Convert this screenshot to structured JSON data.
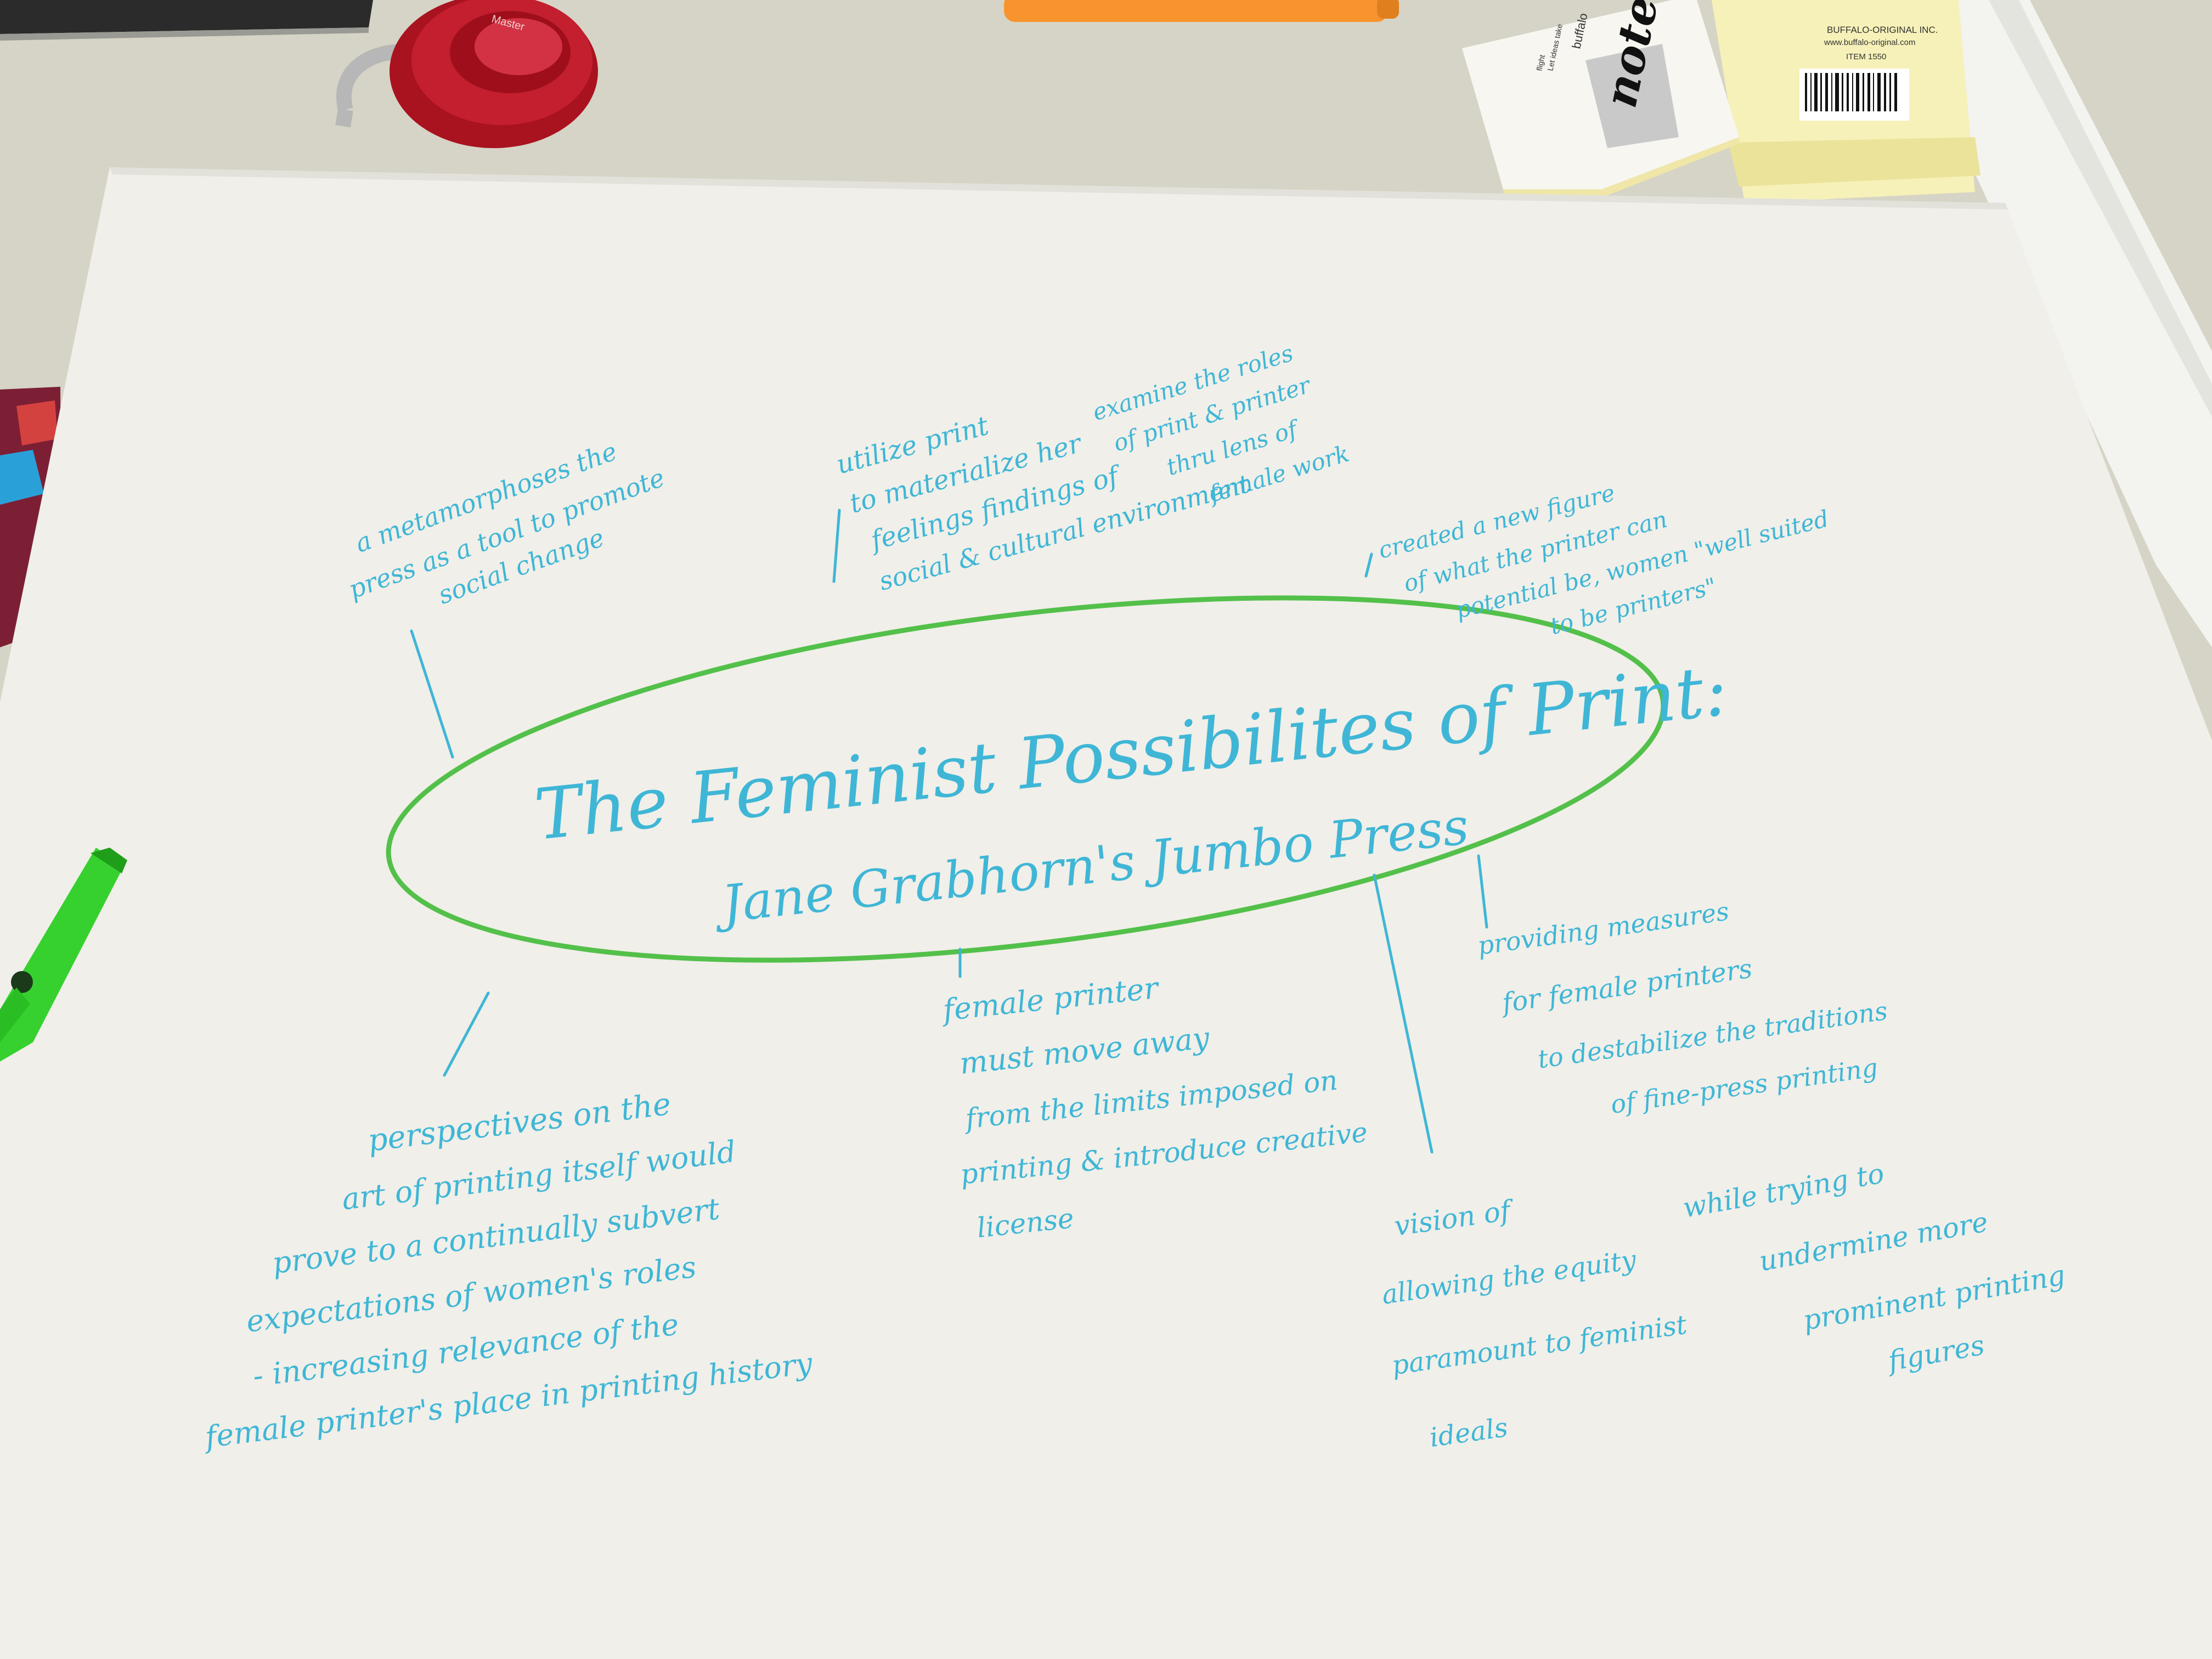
{
  "poster": {
    "title_line1": "The Feminist Possibilites of Print:",
    "title_line2": "Jane Grabhorn's Jumbo Press",
    "notes_top_left": [
      "a metamorphoses the",
      "press as a tool to promote",
      "social change"
    ],
    "notes_top_center": [
      "utilize print",
      "to materialize her",
      "feelings findings of",
      "social & cultural environment"
    ],
    "notes_top_right_a": [
      "examine the roles",
      "of print & printer",
      "thru lens of",
      "female work"
    ],
    "notes_top_right_b": [
      "created a new figure",
      "of what the printer can",
      "potential be, women \"well suited",
      "to be printers\""
    ],
    "notes_bottom_left": [
      "perspectives on the",
      "art of printing itself would",
      "prove to a continually subvert",
      "expectations of women's roles",
      "- increasing relevance of the",
      "female printer's place in printing history"
    ],
    "notes_bottom_center": [
      "female printer",
      "must move away",
      "from the limits imposed on",
      "printing & introduce creative",
      "license"
    ],
    "notes_bottom_right_a": [
      "providing measures",
      "for female printers",
      "to destabilize the traditions",
      "of fine-press printing"
    ],
    "notes_bottom_right_b": [
      "vision of",
      "allowing the equity",
      "paramount to feminist",
      "ideals"
    ],
    "notes_bottom_right_c": [
      "while trying to",
      "undermine more",
      "prominent printing",
      "figures"
    ]
  },
  "desk_items": {
    "sticky_note_brand": "notes!",
    "sticky_note_small": [
      "buffalo",
      "Let ideas take",
      "flight"
    ],
    "sticky_pack_label": [
      "BUFFALO-ORIGINAL INC.",
      "www.buffalo-original.com",
      "ITEM 1550"
    ],
    "lock_label": "Master"
  },
  "colors": {
    "paper": "#f1f0ea",
    "desk": "#d8d6c9",
    "ink_blue": "#3fb6d6",
    "ink_green": "#53c04a",
    "marker_orange": "#f7942e",
    "lock_red": "#c31f2f"
  }
}
